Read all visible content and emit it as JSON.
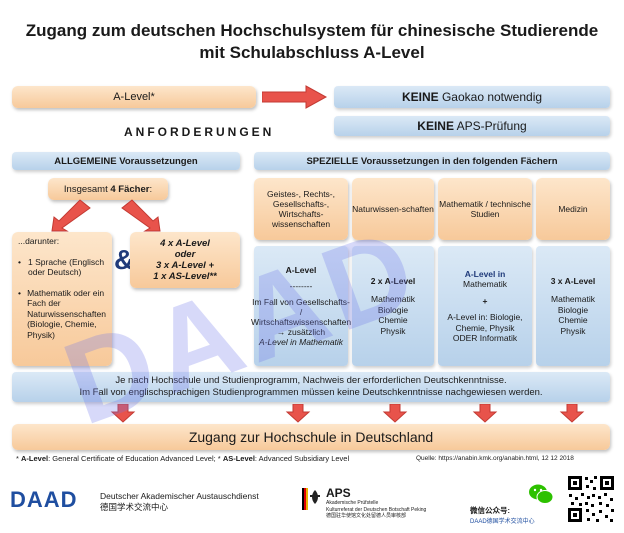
{
  "title_line1": "Zugang zum deutschen Hochschulsystem für chinesische Studierende",
  "title_line2": "mit Schulabschluss A-Level",
  "a_level_box": "A-Level*",
  "gaokao": {
    "bold": "KEINE",
    "rest": " Gaokao notwendig"
  },
  "aps": {
    "bold": "KEINE",
    "rest": " APS-Prüfung"
  },
  "anforderungen": "ANFORDERUNGEN",
  "allgemeine_header": "ALLGEMEINE Voraussetzungen",
  "spezielle_header": "SPEZIELLE Voraussetzungen in den folgenden Fächern",
  "insgesamt": {
    "pre": "Insgesamt ",
    "bold": "4 Fächer",
    "post": ":"
  },
  "darunter": "...darunter:",
  "bullet1": "1 Sprache (Englisch oder Deutsch)",
  "bullet2": "Mathematik oder ein Fach der Naturwissenschaften (Biologie, Chemie, Physik)",
  "ampersand": "&",
  "options": {
    "l1": "4 x A-Level",
    "l2": "oder",
    "l3": "3 x A-Level +",
    "l4": "1 x  AS-Level**"
  },
  "columns": [
    {
      "header": "Geistes-, Rechts-, Gesellschafts-, Wirtschafts-wissenschaften",
      "lines": [
        "A-Level",
        "--------",
        "Im Fall von Gesellschafts- / Wirtschaftswissenschaften → zusätzlich",
        "A-Level in Mathematik"
      ]
    },
    {
      "header": "Naturwissen-schaften",
      "lines": [
        "2 x A-Level",
        "Mathematik",
        "Biologie",
        "Chemie",
        "Physik"
      ]
    },
    {
      "header": "Mathematik / technische Studien",
      "lines": [
        "A-Level in",
        "Mathematik",
        "+",
        "A-Level in: Biologie,",
        "Chemie, Physik",
        "ODER Informatik"
      ]
    },
    {
      "header": "Medizin",
      "lines": [
        "3 x A-Level",
        "Mathematik",
        "Biologie",
        "Chemie",
        "Physik"
      ]
    }
  ],
  "notice_line1": "Je nach Hochschule und Studienprogramm, Nachweis der erforderlichen Deutschkenntnisse.",
  "notice_line2": "Im Fall von englischsprachigen Studienprogrammen müssen keine Deutschkenntnisse nachgewiesen werden.",
  "zugang": "Zugang zur Hochschule in Deutschland",
  "footnote": {
    "s1": "* ",
    "b1": "A-Level",
    "t1": ": General Certificate of Education Advanced Level; ",
    "s2": "* ",
    "b2": "AS-Level",
    "t2": ": Advanced Subsidiary Level"
  },
  "quelle": "Quelle: https://anabin.kmk.org/anabin.html, 12 12 2018",
  "daad_logo": "DAAD",
  "daad_name1": "Deutscher Akademischer Austauschdienst",
  "daad_name2": "德国学术交流中心",
  "aps_logo": "APS",
  "aps_sub1": "Akademische Prüfstelle",
  "aps_sub2": "Kulturreferat der Deutschen Botschaft Peking",
  "aps_sub3": "德国驻华使馆文化处留德人员审核部",
  "wechat1": "微信公众号:",
  "wechat2": "DAAD德国学术交流中心",
  "watermark": "DAAD",
  "colors": {
    "peach": "#f7c99a",
    "blue": "#b7d1ea",
    "arrow": "#e8534b",
    "daad_blue": "#1f4ea0"
  }
}
